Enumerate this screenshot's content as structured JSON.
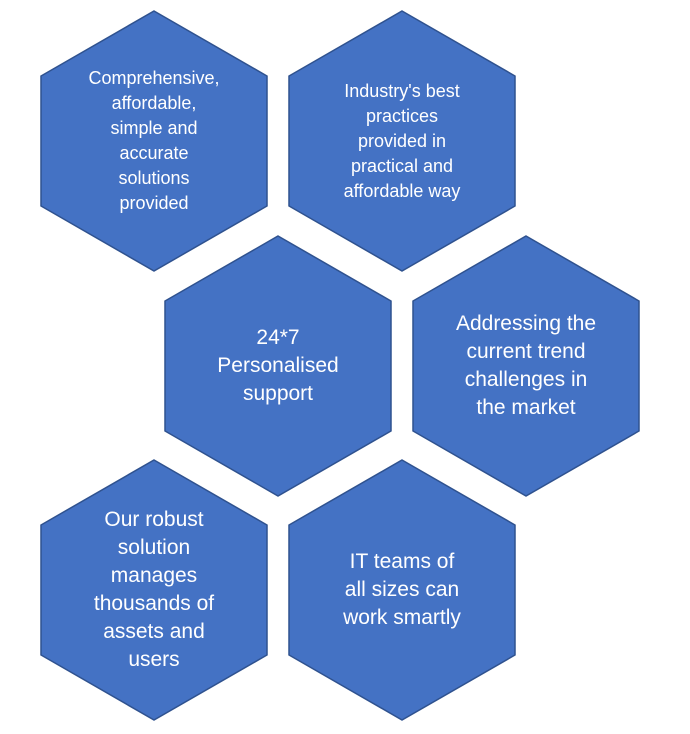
{
  "diagram": {
    "fill_color": "#4472C4",
    "stroke_color": "#2F528F",
    "text_color": "#FFFFFF",
    "hexagons": [
      {
        "text": "Comprehensive,\naffordable,\nsimple and\naccurate\nsolutions\nprovided"
      },
      {
        "text": "Industry's best\npractices\nprovided in\npractical and\naffordable way"
      },
      {
        "text": "24*7\nPersonalised\nsupport"
      },
      {
        "text": "Addressing the\ncurrent trend\nchallenges in\nthe market"
      },
      {
        "text": "Our robust\nsolution\nmanages\nthousands of\nassets and\nusers"
      },
      {
        "text": "IT teams of\nall sizes can\nwork smartly"
      }
    ]
  }
}
